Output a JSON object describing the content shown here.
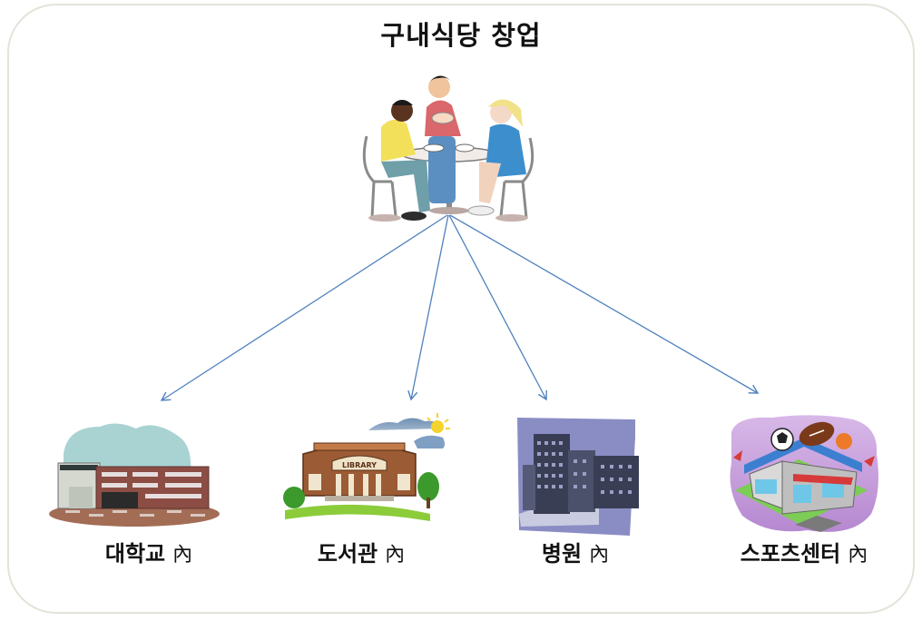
{
  "title": "구내식당 창업",
  "colors": {
    "arrow": "#4f81bd",
    "frame": "#e3e3d9"
  },
  "hub": {
    "icon": "people-dining-icon"
  },
  "targets": [
    {
      "label": "대학교",
      "suffix": "內",
      "icon": "university-building-icon"
    },
    {
      "label": "도서관",
      "suffix": "內",
      "icon": "library-building-icon"
    },
    {
      "label": "병원",
      "suffix": "內",
      "icon": "hospital-building-icon"
    },
    {
      "label": "스포츠센터",
      "suffix": "內",
      "icon": "sports-center-icon"
    }
  ]
}
